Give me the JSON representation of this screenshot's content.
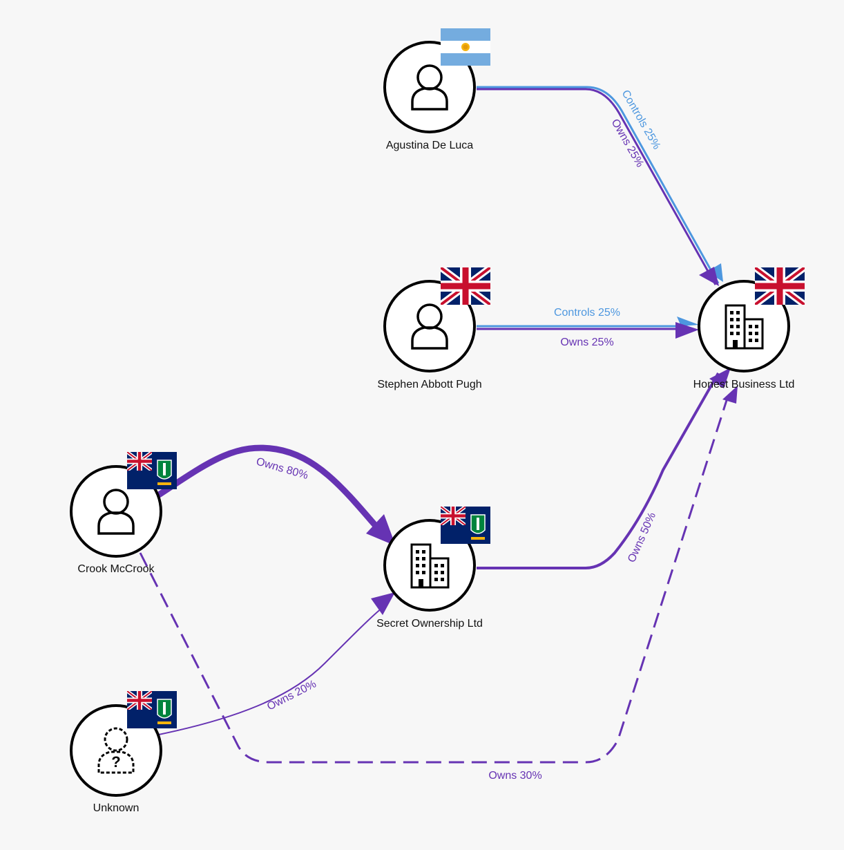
{
  "colors": {
    "owns": "#6633b3",
    "controls": "#4d97df",
    "node_fill": "#ffffff",
    "node_stroke": "#000000",
    "background": "#f7f7f7"
  },
  "nodes": [
    {
      "id": "agustina",
      "label": "Agustina De Luca",
      "kind": "person",
      "icon": "person-icon",
      "flag": "argentina-flag"
    },
    {
      "id": "stephen",
      "label": "Stephen Abbott Pugh",
      "kind": "person",
      "icon": "person-icon",
      "flag": "uk-flag"
    },
    {
      "id": "honest",
      "label": "Honest Business Ltd",
      "kind": "company",
      "icon": "building-icon",
      "flag": "uk-flag"
    },
    {
      "id": "crook",
      "label": "Crook McCrook",
      "kind": "person",
      "icon": "person-icon",
      "flag": "bvi-flag"
    },
    {
      "id": "secret",
      "label": "Secret Ownership Ltd",
      "kind": "company",
      "icon": "building-icon",
      "flag": "bvi-flag"
    },
    {
      "id": "unknown",
      "label": "Unknown",
      "kind": "unknown",
      "icon": "unknown-person-icon",
      "flag": "bvi-flag"
    }
  ],
  "edges": [
    {
      "id": "agustina-controls",
      "label": "Controls 25%",
      "type": "controls"
    },
    {
      "id": "agustina-owns",
      "label": "Owns 25%",
      "type": "owns"
    },
    {
      "id": "stephen-controls",
      "label": "Controls 25%",
      "type": "controls"
    },
    {
      "id": "stephen-owns",
      "label": "Owns 25%",
      "type": "owns"
    },
    {
      "id": "crook-secret",
      "label": "Owns 80%",
      "type": "owns"
    },
    {
      "id": "unknown-secret",
      "label": "Owns 20%",
      "type": "owns"
    },
    {
      "id": "secret-honest",
      "label": "Owns 50%",
      "type": "owns"
    },
    {
      "id": "crook-honest",
      "label": "Owns 30%",
      "type": "owns",
      "indirect": true
    }
  ]
}
